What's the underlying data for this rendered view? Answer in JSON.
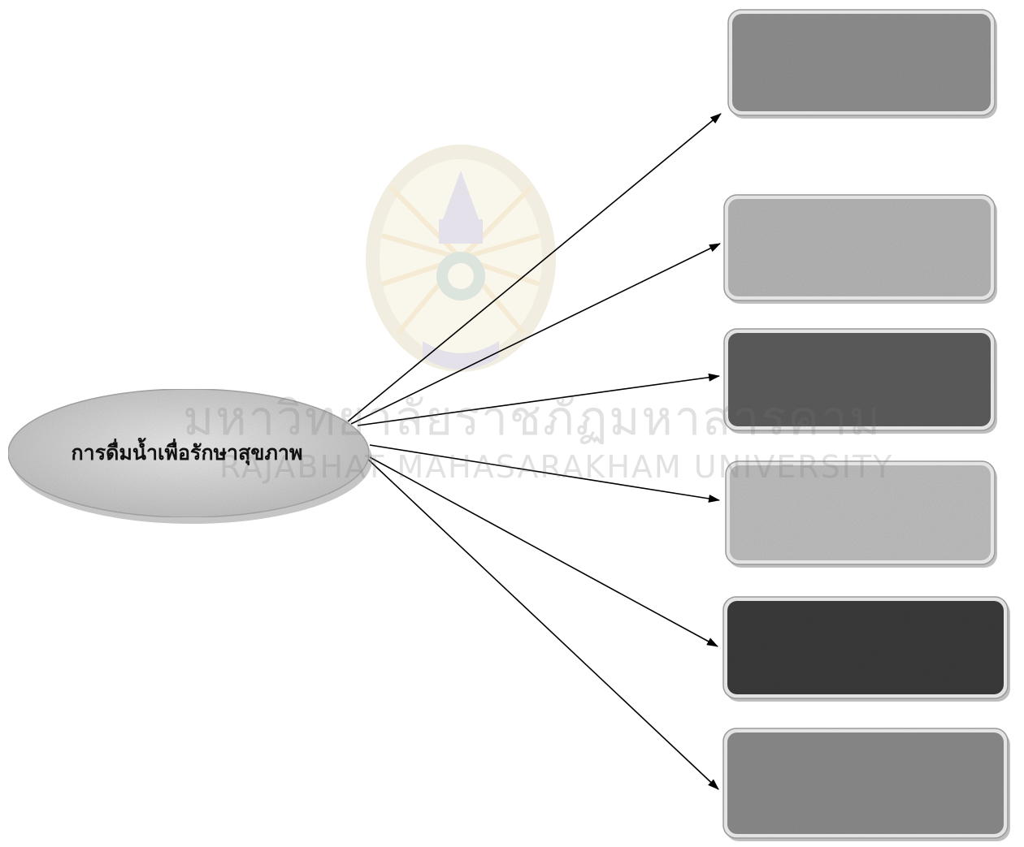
{
  "diagram": {
    "center_node": {
      "label": "การดื่มน้ำเพื่อรักษาสุขภาพ",
      "fill": "#d8d8d8"
    },
    "branch_boxes": [
      {
        "label": "",
        "fill": "#8e8e8e"
      },
      {
        "label": "",
        "fill": "#b4b4b4"
      },
      {
        "label": "",
        "fill": "#5c5c5c"
      },
      {
        "label": "",
        "fill": "#bdbdbd"
      },
      {
        "label": "",
        "fill": "#3a3a3a"
      },
      {
        "label": "",
        "fill": "#8a8a8a"
      }
    ],
    "arrow_color": "#000000"
  },
  "watermark": {
    "thai_text": "มหาวิทยาลัยราชภัฏมหาสารคาม",
    "english_text": "RAJABHAT MAHASARAKHAM UNIVERSITY",
    "color": "#c8b88a"
  }
}
